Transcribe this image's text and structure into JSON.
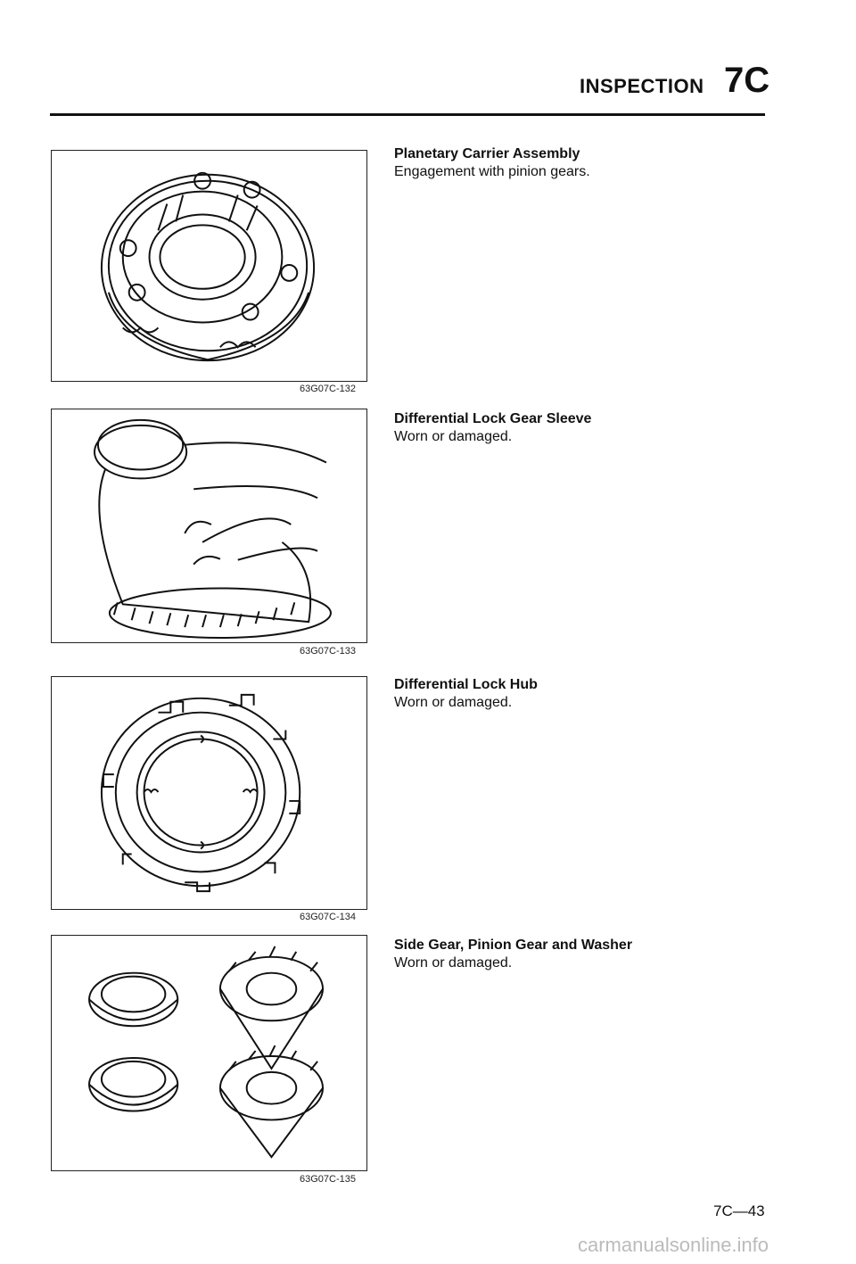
{
  "header": {
    "title": "INSPECTION",
    "code": "7C"
  },
  "sections": [
    {
      "title": "Planetary Carrier Assembly",
      "text": "Engagement with pinion gears.",
      "figure_code": "63G07C-132"
    },
    {
      "title": "Differential Lock Gear Sleeve",
      "text": "Worn or damaged.",
      "figure_code": "63G07C-133"
    },
    {
      "title": "Differential Lock Hub",
      "text": "Worn or damaged.",
      "figure_code": "63G07C-134"
    },
    {
      "title": "Side Gear, Pinion Gear and Washer",
      "text": "Worn or damaged.",
      "figure_code": "63G07C-135"
    }
  ],
  "page_number": "7C—43",
  "watermark": "carmanualsonline.info"
}
